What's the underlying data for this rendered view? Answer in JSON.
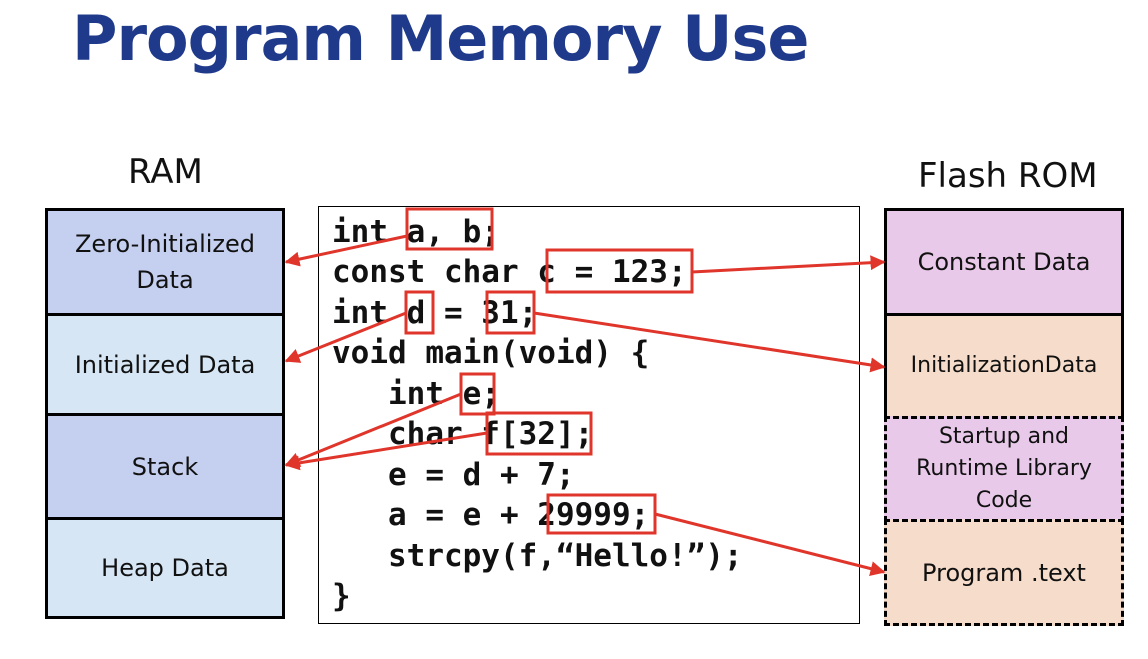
{
  "title": "Program Memory Use",
  "ram": {
    "label": "RAM",
    "sections": [
      "Zero-Initialized Data",
      "Initialized Data",
      "Stack",
      "Heap Data"
    ]
  },
  "flash_rom": {
    "label": "Flash ROM",
    "sections": [
      "Constant Data",
      "InitializationData",
      "Startup and Runtime Library Code",
      "Program .text"
    ]
  },
  "code": [
    "int a, b;",
    "const char c = 123;",
    "int d = 31;",
    "void main(void) {",
    "   int e;",
    "   char f[32];",
    "   e = d + 7;",
    "   a = e + 29999;",
    "   strcpy(f,“Hello!”);",
    "}"
  ],
  "colors": {
    "title": "#1f3a8a",
    "arrow": "#e0352b",
    "ram_dark": "#c5d0f0",
    "ram_light": "#d6e6f5",
    "rom_pink": "#e9c9ea",
    "rom_peach": "#f6dcca"
  }
}
